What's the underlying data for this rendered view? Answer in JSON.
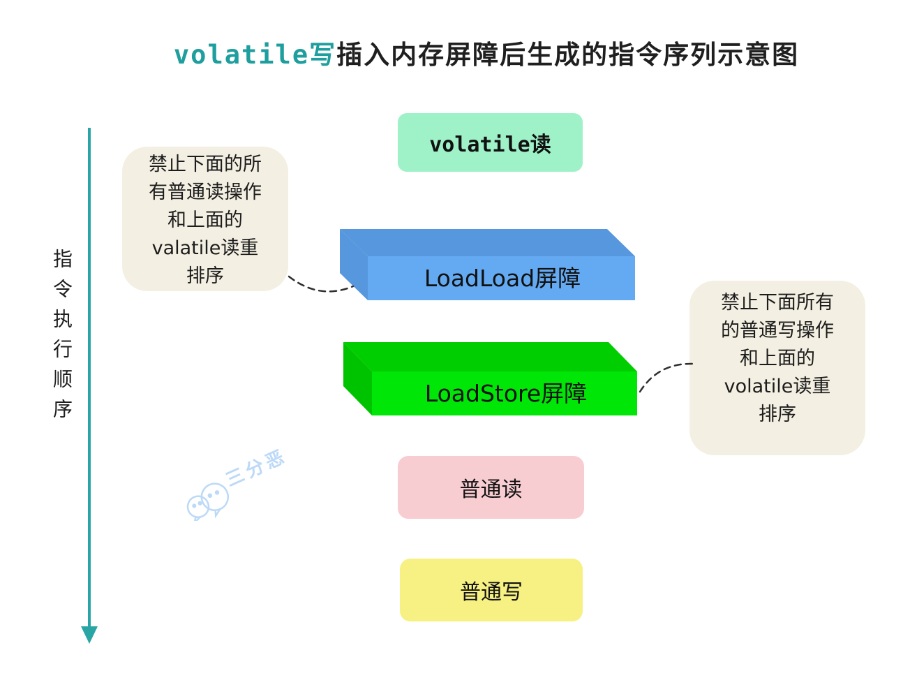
{
  "title": {
    "highlight": "volatile写",
    "rest": "插入内存屏障后生成的指令序列示意图"
  },
  "flow_axis": {
    "label": "指令执行顺序"
  },
  "boxes": {
    "volatile_read": {
      "label": "volatile读",
      "fill": "#9ff2c8"
    },
    "loadload_barrier": {
      "label": "LoadLoad屏障",
      "front": "#64aaf2",
      "top": "#5697dd",
      "side": "#5697dd"
    },
    "loadstore_barrier": {
      "label": "LoadStore屏障",
      "front": "#00e606",
      "top": "#00ce00",
      "side": "#00c300"
    },
    "normal_read": {
      "label": "普通读",
      "fill": "#f8cdd2"
    },
    "normal_write": {
      "label": "普通写",
      "fill": "#f7f183"
    }
  },
  "notes": {
    "left": {
      "fill": "#f3efe2",
      "lines": [
        "禁止下面的所",
        "有普通读操作",
        "和上面的",
        "valatile读重",
        "排序"
      ]
    },
    "right": {
      "fill": "#f3efe2",
      "lines": [
        "禁止下面所有",
        "的普通写操作",
        "和上面的",
        "volatile读重",
        "排序"
      ]
    }
  },
  "watermark": {
    "text": "三分恶",
    "color": "#bcd9f8"
  },
  "colors": {
    "accent_teal": "#2aa5a5",
    "title_highlight": "#1f9e9e",
    "text": "#1f1f1f",
    "connector": "#2e2e2e"
  }
}
